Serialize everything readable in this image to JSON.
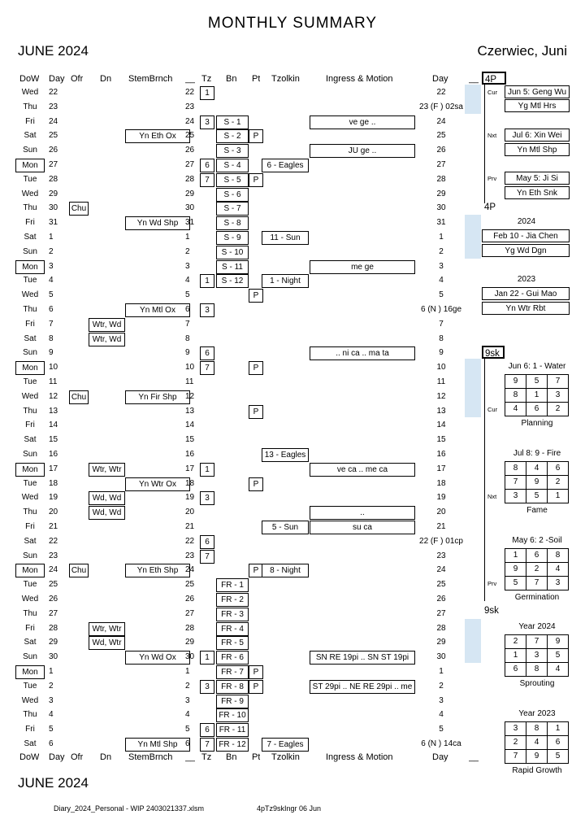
{
  "title": "MONTHLY   SUMMARY",
  "month": "JUNE   2024",
  "month_alt": "Czerwiec, Juni",
  "columns": {
    "dow": "DoW",
    "day": "Day",
    "ofr": "Ofr",
    "dn": "Dn",
    "stem": "StemBrnch",
    "blank": "__",
    "tz": "Tz",
    "bn": "Bn",
    "pt": "Pt",
    "tzolkin": "Tzolkin",
    "ingress": "Ingress & Motion",
    "day2": "Day",
    "blank2": "__"
  },
  "rows": [
    {
      "dow": "Wed",
      "day": "22",
      "ofr": "",
      "dn": "",
      "stem": "",
      "d2": "22",
      "tz": "1",
      "bn": "",
      "pt": "",
      "tzolkin": "",
      "ingress": "",
      "day2": "22",
      "boxed": false
    },
    {
      "dow": "Thu",
      "day": "23",
      "ofr": "",
      "dn": "",
      "stem": "",
      "d2": "23",
      "tz": "",
      "bn": "",
      "pt": "",
      "tzolkin": "",
      "ingress": "",
      "day2": "23 (F ) 02sa",
      "boxed": false
    },
    {
      "dow": "Fri",
      "day": "24",
      "ofr": "",
      "dn": "",
      "stem": "",
      "d2": "24",
      "tz": "3",
      "bn": "S - 1",
      "pt": "",
      "tzolkin": "",
      "ingress": "ve ge ..",
      "day2": "24",
      "boxed": false
    },
    {
      "dow": "Sat",
      "day": "25",
      "ofr": "",
      "dn": "",
      "stem": "Yn Eth Ox",
      "d2": "25",
      "tz": "",
      "bn": "S - 2",
      "pt": "P",
      "tzolkin": "",
      "ingress": "",
      "day2": "25",
      "boxed": false
    },
    {
      "dow": "Sun",
      "day": "26",
      "ofr": "",
      "dn": "",
      "stem": "",
      "d2": "26",
      "tz": "",
      "bn": "S - 3",
      "pt": "",
      "tzolkin": "",
      "ingress": "JU ge ..",
      "day2": "26",
      "boxed": false
    },
    {
      "dow": "Mon",
      "day": "27",
      "ofr": "",
      "dn": "",
      "stem": "",
      "d2": "27",
      "tz": "6",
      "bn": "S - 4",
      "pt": "",
      "tzolkin": "6 - Eagles",
      "ingress": "",
      "day2": "27",
      "boxed": true
    },
    {
      "dow": "Tue",
      "day": "28",
      "ofr": "",
      "dn": "",
      "stem": "",
      "d2": "28",
      "tz": "7",
      "bn": "S - 5",
      "pt": "P",
      "tzolkin": "",
      "ingress": "",
      "day2": "28",
      "boxed": false
    },
    {
      "dow": "Wed",
      "day": "29",
      "ofr": "",
      "dn": "",
      "stem": "",
      "d2": "29",
      "tz": "",
      "bn": "S - 6",
      "pt": "",
      "tzolkin": "",
      "ingress": "",
      "day2": "29",
      "boxed": false
    },
    {
      "dow": "Thu",
      "day": "30",
      "ofr": "Chu",
      "dn": "",
      "stem": "",
      "d2": "30",
      "tz": "",
      "bn": "S - 7",
      "pt": "",
      "tzolkin": "",
      "ingress": "",
      "day2": "30",
      "boxed": false
    },
    {
      "dow": "Fri",
      "day": "31",
      "ofr": "",
      "dn": "",
      "stem": "Yn Wd Shp",
      "d2": "31",
      "tz": "",
      "bn": "S - 8",
      "pt": "",
      "tzolkin": "",
      "ingress": "",
      "day2": "31",
      "boxed": false
    },
    {
      "dow": "Sat",
      "day": "1",
      "ofr": "",
      "dn": "",
      "stem": "",
      "d2": "1",
      "tz": "",
      "bn": "S - 9",
      "pt": "",
      "tzolkin": "11 - Sun",
      "ingress": "",
      "day2": "1",
      "boxed": false
    },
    {
      "dow": "Sun",
      "day": "2",
      "ofr": "",
      "dn": "",
      "stem": "",
      "d2": "2",
      "tz": "",
      "bn": "S - 10",
      "pt": "",
      "tzolkin": "",
      "ingress": "",
      "day2": "2",
      "boxed": false
    },
    {
      "dow": "Mon",
      "day": "3",
      "ofr": "",
      "dn": "",
      "stem": "",
      "d2": "3",
      "tz": "",
      "bn": "S - 11",
      "pt": "",
      "tzolkin": "",
      "ingress": "me ge",
      "day2": "3",
      "boxed": true
    },
    {
      "dow": "Tue",
      "day": "4",
      "ofr": "",
      "dn": "",
      "stem": "",
      "d2": "4",
      "tz": "1",
      "bn": "S - 12",
      "pt": "",
      "tzolkin": "1 - Night",
      "ingress": "",
      "day2": "4",
      "boxed": false
    },
    {
      "dow": "Wed",
      "day": "5",
      "ofr": "",
      "dn": "",
      "stem": "",
      "d2": "5",
      "tz": "",
      "bn": "",
      "pt": "P",
      "tzolkin": "",
      "ingress": "",
      "day2": "5",
      "boxed": false
    },
    {
      "dow": "Thu",
      "day": "6",
      "ofr": "",
      "dn": "",
      "stem": "Yn Mtl Ox",
      "d2": "6",
      "tz": "3",
      "bn": "",
      "pt": "",
      "tzolkin": "",
      "ingress": "",
      "day2": "6 (N ) 16ge",
      "boxed": false
    },
    {
      "dow": "Fri",
      "day": "7",
      "ofr": "",
      "dn": "Wtr, Wd",
      "stem": "",
      "d2": "7",
      "tz": "",
      "bn": "",
      "pt": "",
      "tzolkin": "",
      "ingress": "",
      "day2": "7",
      "boxed": false
    },
    {
      "dow": "Sat",
      "day": "8",
      "ofr": "",
      "dn": "Wtr, Wd",
      "stem": "",
      "d2": "8",
      "tz": "",
      "bn": "",
      "pt": "",
      "tzolkin": "",
      "ingress": "",
      "day2": "8",
      "boxed": false
    },
    {
      "dow": "Sun",
      "day": "9",
      "ofr": "",
      "dn": "",
      "stem": "",
      "d2": "9",
      "tz": "6",
      "bn": "",
      "pt": "",
      "tzolkin": "",
      "ingress": ".. ni ca .. ma ta",
      "day2": "9",
      "boxed": false
    },
    {
      "dow": "Mon",
      "day": "10",
      "ofr": "",
      "dn": "",
      "stem": "",
      "d2": "10",
      "tz": "7",
      "bn": "",
      "pt": "P",
      "tzolkin": "",
      "ingress": "",
      "day2": "10",
      "boxed": true
    },
    {
      "dow": "Tue",
      "day": "11",
      "ofr": "",
      "dn": "",
      "stem": "",
      "d2": "11",
      "tz": "",
      "bn": "",
      "pt": "",
      "tzolkin": "",
      "ingress": "",
      "day2": "11",
      "boxed": false
    },
    {
      "dow": "Wed",
      "day": "12",
      "ofr": "Chu",
      "dn": "",
      "stem": "Yn Fir Shp",
      "d2": "12",
      "tz": "",
      "bn": "",
      "pt": "",
      "tzolkin": "",
      "ingress": "",
      "day2": "12",
      "boxed": false
    },
    {
      "dow": "Thu",
      "day": "13",
      "ofr": "",
      "dn": "",
      "stem": "",
      "d2": "13",
      "tz": "",
      "bn": "",
      "pt": "P",
      "tzolkin": "",
      "ingress": "",
      "day2": "13",
      "boxed": false
    },
    {
      "dow": "Fri",
      "day": "14",
      "ofr": "",
      "dn": "",
      "stem": "",
      "d2": "14",
      "tz": "",
      "bn": "",
      "pt": "",
      "tzolkin": "",
      "ingress": "",
      "day2": "14",
      "boxed": false
    },
    {
      "dow": "Sat",
      "day": "15",
      "ofr": "",
      "dn": "",
      "stem": "",
      "d2": "15",
      "tz": "",
      "bn": "",
      "pt": "",
      "tzolkin": "",
      "ingress": "",
      "day2": "15",
      "boxed": false
    },
    {
      "dow": "Sun",
      "day": "16",
      "ofr": "",
      "dn": "",
      "stem": "",
      "d2": "16",
      "tz": "",
      "bn": "",
      "pt": "",
      "tzolkin": "13 - Eagles",
      "ingress": "",
      "day2": "16",
      "boxed": false
    },
    {
      "dow": "Mon",
      "day": "17",
      "ofr": "",
      "dn": "Wtr, Wtr",
      "stem": "",
      "d2": "17",
      "tz": "1",
      "bn": "",
      "pt": "",
      "tzolkin": "",
      "ingress": "ve ca .. me ca",
      "day2": "17",
      "boxed": true
    },
    {
      "dow": "Tue",
      "day": "18",
      "ofr": "",
      "dn": "",
      "stem": "Yn Wtr Ox",
      "d2": "18",
      "tz": "",
      "bn": "",
      "pt": "P",
      "tzolkin": "",
      "ingress": "",
      "day2": "18",
      "boxed": false
    },
    {
      "dow": "Wed",
      "day": "19",
      "ofr": "",
      "dn": "Wd, Wd",
      "stem": "",
      "d2": "19",
      "tz": "3",
      "bn": "",
      "pt": "",
      "tzolkin": "",
      "ingress": "",
      "day2": "19",
      "boxed": false
    },
    {
      "dow": "Thu",
      "day": "20",
      "ofr": "",
      "dn": "Wd, Wd",
      "stem": "",
      "d2": "20",
      "tz": "",
      "bn": "",
      "pt": "",
      "tzolkin": "",
      "ingress": "..",
      "day2": "20",
      "boxed": false
    },
    {
      "dow": "Fri",
      "day": "21",
      "ofr": "",
      "dn": "",
      "stem": "",
      "d2": "21",
      "tz": "",
      "bn": "",
      "pt": "",
      "tzolkin": "5 - Sun",
      "ingress": "su ca",
      "day2": "21",
      "boxed": false
    },
    {
      "dow": "Sat",
      "day": "22",
      "ofr": "",
      "dn": "",
      "stem": "",
      "d2": "22",
      "tz": "6",
      "bn": "",
      "pt": "",
      "tzolkin": "",
      "ingress": "",
      "day2": "22 (F ) 01cp",
      "boxed": false
    },
    {
      "dow": "Sun",
      "day": "23",
      "ofr": "",
      "dn": "",
      "stem": "",
      "d2": "23",
      "tz": "7",
      "bn": "",
      "pt": "",
      "tzolkin": "",
      "ingress": "",
      "day2": "23",
      "boxed": false
    },
    {
      "dow": "Mon",
      "day": "24",
      "ofr": "Chu",
      "dn": "",
      "stem": "Yn Eth Shp",
      "d2": "24",
      "tz": "",
      "bn": "",
      "pt": "P",
      "tzolkin": "8 - Night",
      "ingress": "",
      "day2": "24",
      "boxed": true
    },
    {
      "dow": "Tue",
      "day": "25",
      "ofr": "",
      "dn": "",
      "stem": "",
      "d2": "25",
      "tz": "",
      "bn": "FR - 1",
      "pt": "",
      "tzolkin": "",
      "ingress": "",
      "day2": "25",
      "boxed": false
    },
    {
      "dow": "Wed",
      "day": "26",
      "ofr": "",
      "dn": "",
      "stem": "",
      "d2": "26",
      "tz": "",
      "bn": "FR - 2",
      "pt": "",
      "tzolkin": "",
      "ingress": "",
      "day2": "26",
      "boxed": false
    },
    {
      "dow": "Thu",
      "day": "27",
      "ofr": "",
      "dn": "",
      "stem": "",
      "d2": "27",
      "tz": "",
      "bn": "FR - 3",
      "pt": "",
      "tzolkin": "",
      "ingress": "",
      "day2": "27",
      "boxed": false
    },
    {
      "dow": "Fri",
      "day": "28",
      "ofr": "",
      "dn": "Wtr, Wtr",
      "stem": "",
      "d2": "28",
      "tz": "",
      "bn": "FR - 4",
      "pt": "",
      "tzolkin": "",
      "ingress": "",
      "day2": "28",
      "boxed": false
    },
    {
      "dow": "Sat",
      "day": "29",
      "ofr": "",
      "dn": "Wd, Wtr",
      "stem": "",
      "d2": "29",
      "tz": "",
      "bn": "FR - 5",
      "pt": "",
      "tzolkin": "",
      "ingress": "",
      "day2": "29",
      "boxed": false
    },
    {
      "dow": "Sun",
      "day": "30",
      "ofr": "",
      "dn": "",
      "stem": "Yn Wd Ox",
      "d2": "30",
      "tz": "1",
      "bn": "FR - 6",
      "pt": "",
      "tzolkin": "",
      "ingress": "SN RE 19pi .. SN ST 19pi",
      "day2": "30",
      "boxed": false
    },
    {
      "dow": "Mon",
      "day": "1",
      "ofr": "",
      "dn": "",
      "stem": "",
      "d2": "1",
      "tz": "",
      "bn": "FR - 7",
      "pt": "P",
      "tzolkin": "",
      "ingress": "",
      "day2": "1",
      "boxed": true
    },
    {
      "dow": "Tue",
      "day": "2",
      "ofr": "",
      "dn": "",
      "stem": "",
      "d2": "2",
      "tz": "3",
      "bn": "FR - 8",
      "pt": "P",
      "tzolkin": "",
      "ingress": "ST 29pi .. NE RE 29pi .. me",
      "day2": "2",
      "boxed": false
    },
    {
      "dow": "Wed",
      "day": "3",
      "ofr": "",
      "dn": "",
      "stem": "",
      "d2": "3",
      "tz": "",
      "bn": "FR - 9",
      "pt": "",
      "tzolkin": "",
      "ingress": "",
      "day2": "3",
      "boxed": false
    },
    {
      "dow": "Thu",
      "day": "4",
      "ofr": "",
      "dn": "",
      "stem": "",
      "d2": "4",
      "tz": "",
      "bn": "FR - 10",
      "pt": "",
      "tzolkin": "",
      "ingress": "",
      "day2": "4",
      "boxed": false
    },
    {
      "dow": "Fri",
      "day": "5",
      "ofr": "",
      "dn": "",
      "stem": "",
      "d2": "5",
      "tz": "6",
      "bn": "FR - 11",
      "pt": "",
      "tzolkin": "",
      "ingress": "",
      "day2": "5",
      "boxed": false
    },
    {
      "dow": "Sat",
      "day": "6",
      "ofr": "",
      "dn": "",
      "stem": "Yn Mtl Shp",
      "d2": "6",
      "tz": "7",
      "bn": "FR - 12",
      "pt": "",
      "tzolkin": "7 - Eagles",
      "ingress": "",
      "day2": "6 (N ) 14ca",
      "boxed": false
    }
  ],
  "right_panel": {
    "head_4p": "4P",
    "cur_label": "Cur",
    "cur_1": "Jun 5: Geng Wu",
    "cur_2": "Yg Mtl Hrs",
    "nxt_label": "Nxt",
    "nxt_1": "Jul 6: Xin Wei",
    "nxt_2": "Yn Mtl Shp",
    "prv_label": "Prv",
    "prv_1": "May 5: Ji Si",
    "prv_2": "Yn Eth Snk",
    "label_4p": "4P",
    "y2024": "2024",
    "y2024_1": "Feb 10 - Jia Chen",
    "y2024_2": "Yg Wd Dgn",
    "y2023": "2023",
    "y2023_1": "Jan 22 - Gui Mao",
    "y2023_2": "Yn Wtr Rbt",
    "head_9sk": "9sk",
    "label_9sk": "9sk",
    "sq_cur_title": "Jun 6:  1 - Water",
    "sq_cur_grid": [
      "9",
      "5",
      "7",
      "8",
      "1",
      "3",
      "4",
      "6",
      "2"
    ],
    "sq_cur_name": "Planning",
    "sq_nxt_title": "Jul 8:  9 - Fire",
    "sq_nxt_grid": [
      "8",
      "4",
      "6",
      "7",
      "9",
      "2",
      "3",
      "5",
      "1"
    ],
    "sq_nxt_name": "Fame",
    "sq_prv_title": "May 6:  2 -Soil",
    "sq_prv_grid": [
      "1",
      "6",
      "8",
      "9",
      "2",
      "4",
      "5",
      "7",
      "3"
    ],
    "sq_prv_name": "Germination",
    "sq_y24_title": "Year  2024",
    "sq_y24_grid": [
      "2",
      "7",
      "9",
      "1",
      "3",
      "5",
      "6",
      "8",
      "4"
    ],
    "sq_y24_name": "Sprouting",
    "sq_y23_title": "Year  2023",
    "sq_y23_grid": [
      "3",
      "8",
      "1",
      "2",
      "4",
      "6",
      "7",
      "9",
      "5"
    ],
    "sq_y23_name": "Rapid Growth"
  },
  "footer": {
    "month": "JUNE   2024",
    "file": "Diary_2024_Personal - WIP 2403021337.xlsm",
    "code": "4pTz9skIngr 06 Jun"
  }
}
